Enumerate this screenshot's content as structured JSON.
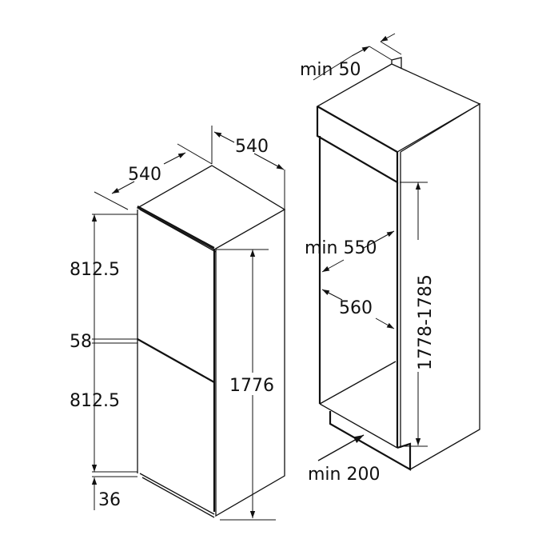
{
  "appliance": {
    "depth_top_left": "540",
    "width_top_right": "540",
    "upper_door_height": "812.5",
    "door_gap": "58",
    "lower_door_height": "812.5",
    "bottom_offset": "36",
    "total_height": "1776"
  },
  "niche": {
    "top_clearance": "min 50",
    "min_width": "min 550",
    "depth": "560",
    "height_range": "1778-1785",
    "vent_opening": "min 200"
  }
}
